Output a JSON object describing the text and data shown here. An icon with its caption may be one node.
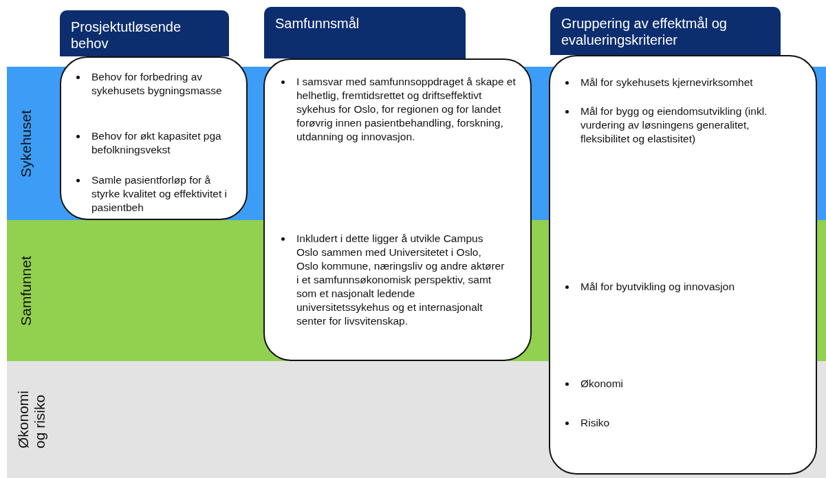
{
  "diagram": {
    "nodes": [
      {
        "text": [
          "Sykehuset"
        ]
      },
      {
        "text": [
          "Samfunnet"
        ]
      },
      {
        "text": [
          "Økonomi og risiko"
        ]
      },
      {
        "text": [
          "Prosjektutløsende behov"
        ]
      },
      {
        "text": [
          "Samfunnsmål"
        ]
      },
      {
        "text": [
          "Gruppering av effektmål og evalueringskriterier"
        ]
      },
      {
        "text": [
          "Behov for forbedring av sykehusets bygningsmasse",
          "Behov for økt kapasitet pga befolkningsvekst",
          "Samle pasientforløp for å styrke kvalitet og effektivitet i pasientbeh"
        ]
      },
      {
        "text": [
          "I samsvar med samfunnsoppdraget å skape et helhetlig, fremtidsrettet og driftseffektivt sykehus for Oslo, for regionen og for landet forøvrig innen pasientbehandling, forskning, utdanning og innovasjon.",
          "Inkludert i dette ligger å utvikle Campus Oslo sammen med Universitetet i Oslo, Oslo kommune, næringsliv og andre aktører i et samfunnsøkonomisk perspektiv, samt som et nasjonalt ledende universitetssykehus og et internasjonalt senter for livsvitenskap."
        ]
      },
      {
        "text": [
          "Mål for sykehusets kjernevirksomhet",
          "Mål for bygg og eiendomsutvikling (inkl. vurdering av løsningens generalitet, fleksibilitet og elastisitet)",
          "Mål for byutvikling og innovasjon",
          "Økonomi",
          "Risiko"
        ]
      }
    ],
    "edges": []
  }
}
